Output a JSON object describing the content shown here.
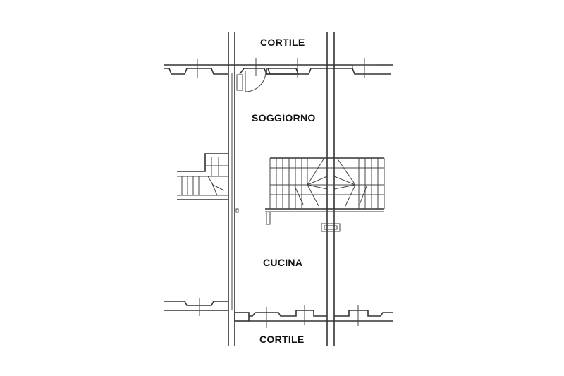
{
  "rooms": {
    "top_courtyard": "CORTILE",
    "living_room": "SOGGIORNO",
    "kitchen": "CUCINA",
    "bottom_courtyard": "CORTILE"
  }
}
